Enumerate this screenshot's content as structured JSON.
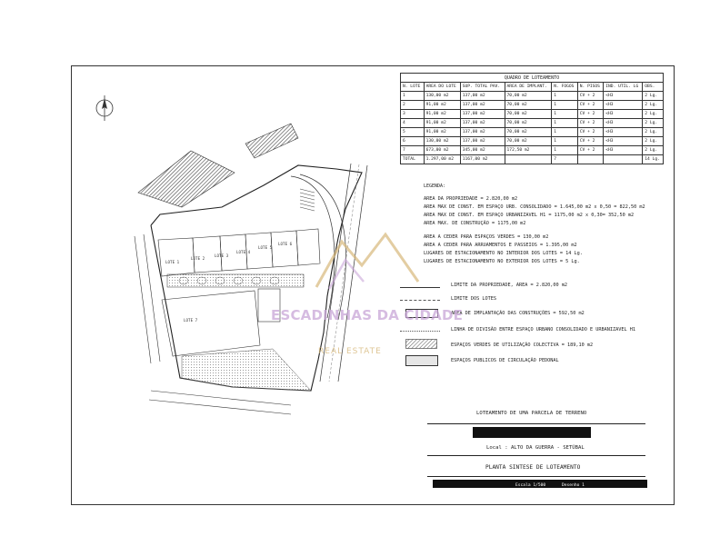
{
  "table": {
    "title": "QUADRO DE LOTEAMENTO",
    "headers": [
      "N. LOTE",
      "AREA DO LOTE",
      "SUP. TOTAL PAV.",
      "AREA DE IMPLANT.",
      "N. FOGOS",
      "N. PISOS",
      "IND. UTIL. LG",
      "OBS."
    ],
    "rows": [
      [
        "1",
        "130,00 m2",
        "137,00 m2",
        "70,00 m2",
        "1",
        "CV + 2",
        "<H3",
        "2 Lg."
      ],
      [
        "2",
        "91,00 m2",
        "137,00 m2",
        "70,00 m2",
        "1",
        "CV + 2",
        "<H3",
        "2 Lg."
      ],
      [
        "3",
        "91,00 m2",
        "137,00 m2",
        "70,00 m2",
        "1",
        "CV + 2",
        "<H3",
        "2 Lg."
      ],
      [
        "4",
        "91,00 m2",
        "137,00 m2",
        "70,00 m2",
        "1",
        "CV + 2",
        "<H3",
        "2 Lg."
      ],
      [
        "5",
        "91,00 m2",
        "137,00 m2",
        "70,00 m2",
        "1",
        "CV + 2",
        "<H3",
        "2 Lg."
      ],
      [
        "6",
        "130,00 m2",
        "137,00 m2",
        "70,00 m2",
        "1",
        "CV + 2",
        "<H3",
        "2 Lg."
      ],
      [
        "7",
        "673,00 m2",
        "345,00 m2",
        "172,50 m2",
        "1",
        "CV + 2",
        "<H3",
        "2 Lg."
      ],
      [
        "TOTAL",
        "1.297,00 m2",
        "1167,00 m2",
        "",
        "7",
        "",
        "",
        "14 Lg."
      ]
    ]
  },
  "legend": {
    "title": "LEGENDA:",
    "lines": [
      "AREA DA PROPRIEDADE = 2.820,00 m2",
      "AREA MAX DE CONST. EM ESPAÇO URB. CONSOLIDADO = 1.645,00 m2 x 0,50 = 822,50 m2",
      "AREA MAX DE CONST. EM ESPAÇO URBANIZAVEL H1 = 1175,00 m2 x 0,30= 352,50 m2",
      "AREA MAX. DE CONSTRUÇÃO = 1175,00 m2",
      "AREA A CEDER PARA ESPAÇOS VERDES = 130,00 m2",
      "AREA A CEDER PARA ARRUAMENTOS E PASSEIOS = 1.395,00 m2",
      "LUGARES DE ESTACIONAMENTO NO INTERIOR DOS LOTES = 14 Lg.",
      "LUGARES DE ESTACIONAMENTO NO EXTERIOR DOS LOTES = 5 Lg."
    ],
    "symbols": [
      "LIMITE DA PROPRIEDADE, AREA = 2.820,00 m2",
      "LIMITE DOS LOTES",
      "AREA DE IMPLANTAÇÃO DAS CONSTRUÇÕES = 592,50 m2",
      "LINHA DE DIVISÃO ENTRE ESPAÇO URBANO CONSOLIDADO E URBANIZAVEL H1",
      "ESPAÇOS VERDES DE UTILIZAÇÃO COLECTIVA = 189,10 m2",
      "ESPAÇOS PUBLICOS DE CIRCULAÇÃO PEDONAL"
    ]
  },
  "title_block": {
    "heading": "LOTEAMENTO DE UMA PARCELA DE TERRENO",
    "location": "Local : ALTO DA GUERRA - SETÚBAL",
    "drawing_title": "PLANTA SINTESE DE LOTEAMENTO",
    "scale": "Escala 1/500",
    "drawing_no": "Desenho 1"
  },
  "plan": {
    "lot_labels": [
      "LOTE 1",
      "LOTE 2",
      "LOTE 3",
      "LOTE 4",
      "LOTE 5",
      "LOTE 6",
      "LOTE 7"
    ]
  },
  "watermark": {
    "name": "ESCADINHAS DA CIDADE",
    "tagline": "REAL ESTATE"
  },
  "colors": {
    "watermark_purple": "#c9a6d8",
    "watermark_gold": "#d7b87b"
  }
}
